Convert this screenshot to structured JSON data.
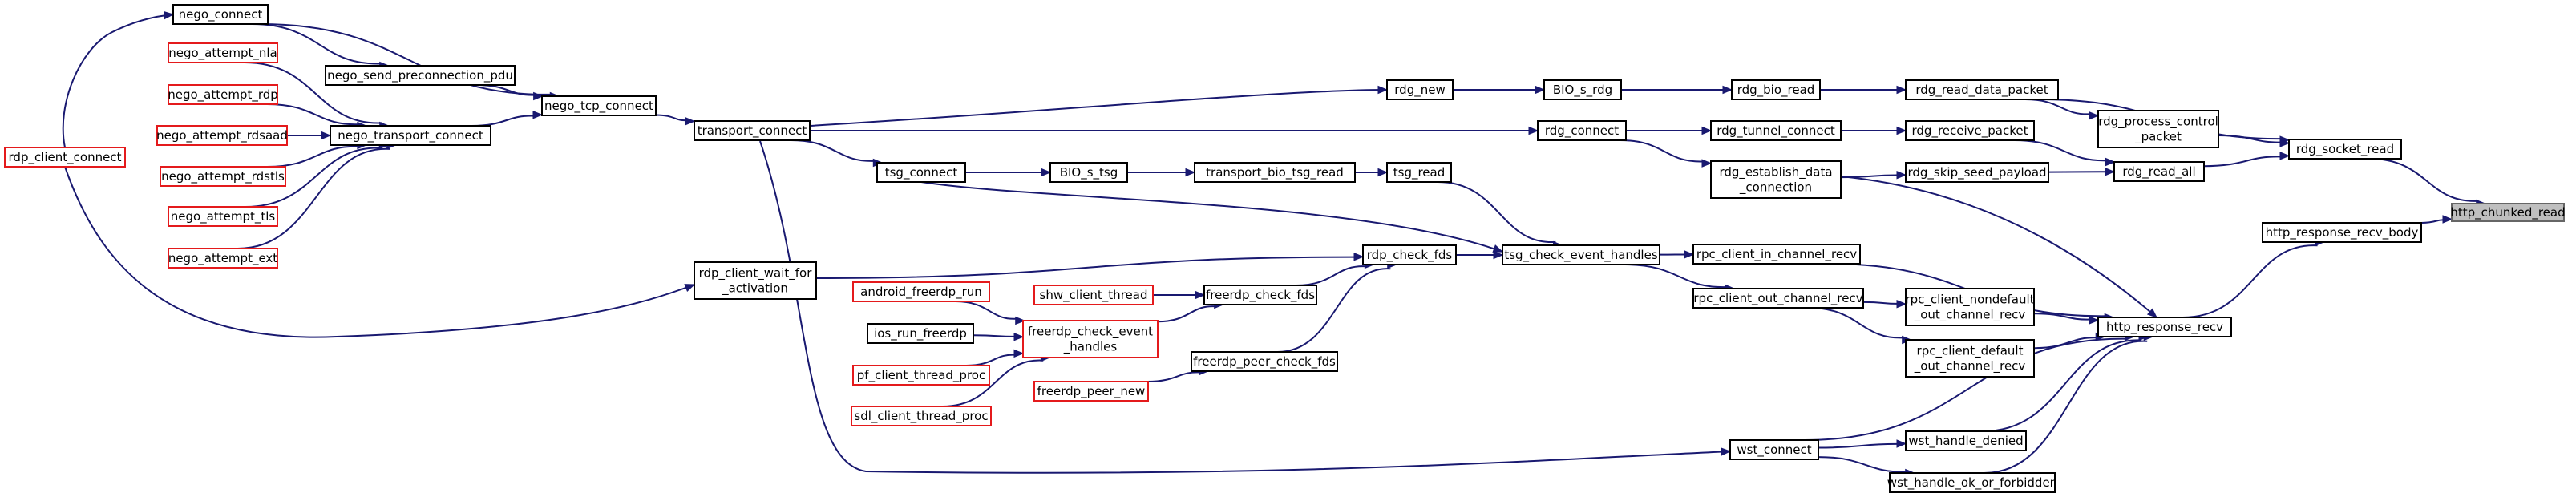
{
  "graph": {
    "colors": {
      "edge": "#191970",
      "node_border": "#000000",
      "truncated_border": "#e41a1c",
      "root_fill": "#bfbfbf"
    },
    "nodes": [
      {
        "id": "http_chunked_read",
        "lines": [
          "http_chunked_read"
        ],
        "style": "root"
      },
      {
        "id": "rdg_socket_read",
        "lines": [
          "rdg_socket_read"
        ],
        "style": "normal"
      },
      {
        "id": "http_response_recv_body",
        "lines": [
          "http_response_recv_body"
        ],
        "style": "normal"
      },
      {
        "id": "rdg_read_data_packet",
        "lines": [
          "rdg_read_data_packet"
        ],
        "style": "normal"
      },
      {
        "id": "rdg_process_control_packet",
        "lines": [
          "rdg_process_control",
          "_packet"
        ],
        "style": "normal"
      },
      {
        "id": "rdg_read_all",
        "lines": [
          "rdg_read_all"
        ],
        "style": "normal"
      },
      {
        "id": "http_response_recv",
        "lines": [
          "http_response_recv"
        ],
        "style": "normal"
      },
      {
        "id": "rdg_bio_read",
        "lines": [
          "rdg_bio_read"
        ],
        "style": "normal"
      },
      {
        "id": "rdg_receive_packet",
        "lines": [
          "rdg_receive_packet"
        ],
        "style": "normal"
      },
      {
        "id": "rdg_skip_seed_payload",
        "lines": [
          "rdg_skip_seed_payload"
        ],
        "style": "normal"
      },
      {
        "id": "rpc_client_nondefault_out_channel_recv",
        "lines": [
          "rpc_client_nondefault",
          "_out_channel_recv"
        ],
        "style": "normal"
      },
      {
        "id": "rpc_client_default_out_channel_recv",
        "lines": [
          "rpc_client_default",
          "_out_channel_recv"
        ],
        "style": "normal"
      },
      {
        "id": "wst_handle_denied",
        "lines": [
          "wst_handle_denied"
        ],
        "style": "normal"
      },
      {
        "id": "wst_handle_ok_or_forbidden",
        "lines": [
          "wst_handle_ok_or_forbidden"
        ],
        "style": "normal"
      },
      {
        "id": "BIO_s_rdg",
        "lines": [
          "BIO_s_rdg"
        ],
        "style": "normal"
      },
      {
        "id": "rdg_tunnel_connect",
        "lines": [
          "rdg_tunnel_connect"
        ],
        "style": "normal"
      },
      {
        "id": "rdg_establish_data_connection",
        "lines": [
          "rdg_establish_data",
          "_connection"
        ],
        "style": "normal"
      },
      {
        "id": "rpc_client_in_channel_recv",
        "lines": [
          "rpc_client_in_channel_recv"
        ],
        "style": "normal"
      },
      {
        "id": "rpc_client_out_channel_recv",
        "lines": [
          "rpc_client_out_channel_recv"
        ],
        "style": "normal"
      },
      {
        "id": "wst_connect",
        "lines": [
          "wst_connect"
        ],
        "style": "normal"
      },
      {
        "id": "rdg_new",
        "lines": [
          "rdg_new"
        ],
        "style": "normal"
      },
      {
        "id": "rdg_connect",
        "lines": [
          "rdg_connect"
        ],
        "style": "normal"
      },
      {
        "id": "tsg_check_event_handles",
        "lines": [
          "tsg_check_event_handles"
        ],
        "style": "normal"
      },
      {
        "id": "tsg_read",
        "lines": [
          "tsg_read"
        ],
        "style": "normal"
      },
      {
        "id": "rdp_check_fds",
        "lines": [
          "rdp_check_fds"
        ],
        "style": "normal"
      },
      {
        "id": "transport_bio_tsg_read",
        "lines": [
          "transport_bio_tsg_read"
        ],
        "style": "normal"
      },
      {
        "id": "freerdp_check_fds",
        "lines": [
          "freerdp_check_fds"
        ],
        "style": "normal"
      },
      {
        "id": "freerdp_peer_check_fds",
        "lines": [
          "freerdp_peer_check_fds"
        ],
        "style": "normal"
      },
      {
        "id": "BIO_s_tsg",
        "lines": [
          "BIO_s_tsg"
        ],
        "style": "normal"
      },
      {
        "id": "shw_client_thread",
        "lines": [
          "shw_client_thread"
        ],
        "style": "trunc"
      },
      {
        "id": "freerdp_check_event_handles",
        "lines": [
          "freerdp_check_event",
          "_handles"
        ],
        "style": "trunc"
      },
      {
        "id": "freerdp_peer_new",
        "lines": [
          "freerdp_peer_new"
        ],
        "style": "trunc"
      },
      {
        "id": "tsg_connect",
        "lines": [
          "tsg_connect"
        ],
        "style": "normal"
      },
      {
        "id": "transport_connect",
        "lines": [
          "transport_connect"
        ],
        "style": "normal"
      },
      {
        "id": "rdp_client_wait_for_activation",
        "lines": [
          "rdp_client_wait_for",
          "_activation"
        ],
        "style": "normal"
      },
      {
        "id": "android_freerdp_run",
        "lines": [
          "android_freerdp_run"
        ],
        "style": "trunc"
      },
      {
        "id": "ios_run_freerdp",
        "lines": [
          "ios_run_freerdp"
        ],
        "style": "normal"
      },
      {
        "id": "pf_client_thread_proc",
        "lines": [
          "pf_client_thread_proc"
        ],
        "style": "trunc"
      },
      {
        "id": "sdl_client_thread_proc",
        "lines": [
          "sdl_client_thread_proc"
        ],
        "style": "trunc"
      },
      {
        "id": "nego_tcp_connect",
        "lines": [
          "nego_tcp_connect"
        ],
        "style": "normal"
      },
      {
        "id": "nego_connect",
        "lines": [
          "nego_connect"
        ],
        "style": "normal"
      },
      {
        "id": "nego_send_preconnection_pdu",
        "lines": [
          "nego_send_preconnection_pdu"
        ],
        "style": "normal"
      },
      {
        "id": "nego_transport_connect",
        "lines": [
          "nego_transport_connect"
        ],
        "style": "normal"
      },
      {
        "id": "nego_attempt_nla",
        "lines": [
          "nego_attempt_nla"
        ],
        "style": "trunc"
      },
      {
        "id": "nego_attempt_rdp",
        "lines": [
          "nego_attempt_rdp"
        ],
        "style": "trunc"
      },
      {
        "id": "nego_attempt_rdsaad",
        "lines": [
          "nego_attempt_rdsaad"
        ],
        "style": "trunc"
      },
      {
        "id": "nego_attempt_rdstls",
        "lines": [
          "nego_attempt_rdstls"
        ],
        "style": "trunc"
      },
      {
        "id": "nego_attempt_tls",
        "lines": [
          "nego_attempt_tls"
        ],
        "style": "trunc"
      },
      {
        "id": "nego_attempt_ext",
        "lines": [
          "nego_attempt_ext"
        ],
        "style": "trunc"
      },
      {
        "id": "rdp_client_connect",
        "lines": [
          "rdp_client_connect"
        ],
        "style": "trunc"
      }
    ],
    "edges": [
      {
        "from": "rdg_socket_read",
        "to": "http_chunked_read"
      },
      {
        "from": "http_response_recv_body",
        "to": "http_chunked_read"
      },
      {
        "from": "rdg_read_data_packet",
        "to": "rdg_socket_read"
      },
      {
        "from": "rdg_process_control_packet",
        "to": "rdg_socket_read"
      },
      {
        "from": "rdg_read_all",
        "to": "rdg_socket_read"
      },
      {
        "from": "http_response_recv",
        "to": "http_response_recv_body"
      },
      {
        "from": "rdg_bio_read",
        "to": "rdg_read_data_packet"
      },
      {
        "from": "rdg_read_data_packet",
        "to": "rdg_process_control_packet"
      },
      {
        "from": "rdg_receive_packet",
        "to": "rdg_read_all"
      },
      {
        "from": "rdg_skip_seed_payload",
        "to": "rdg_read_all"
      },
      {
        "from": "rpc_client_nondefault_out_channel_recv",
        "to": "http_response_recv"
      },
      {
        "from": "rpc_client_default_out_channel_recv",
        "to": "http_response_recv"
      },
      {
        "from": "wst_handle_denied",
        "to": "http_response_recv"
      },
      {
        "from": "wst_handle_ok_or_forbidden",
        "to": "http_response_recv"
      },
      {
        "from": "rdg_establish_data_connection",
        "to": "http_response_recv"
      },
      {
        "from": "rpc_client_in_channel_recv",
        "to": "http_response_recv"
      },
      {
        "from": "wst_connect",
        "to": "http_response_recv"
      },
      {
        "from": "BIO_s_rdg",
        "to": "rdg_bio_read"
      },
      {
        "from": "rdg_tunnel_connect",
        "to": "rdg_receive_packet"
      },
      {
        "from": "rdg_establish_data_connection",
        "to": "rdg_skip_seed_payload"
      },
      {
        "from": "rpc_client_out_channel_recv",
        "to": "rpc_client_nondefault_out_channel_recv"
      },
      {
        "from": "rpc_client_out_channel_recv",
        "to": "rpc_client_default_out_channel_recv"
      },
      {
        "from": "wst_connect",
        "to": "wst_handle_denied"
      },
      {
        "from": "wst_connect",
        "to": "wst_handle_ok_or_forbidden"
      },
      {
        "from": "rdg_new",
        "to": "BIO_s_rdg"
      },
      {
        "from": "rdg_connect",
        "to": "rdg_tunnel_connect"
      },
      {
        "from": "rdg_connect",
        "to": "rdg_establish_data_connection"
      },
      {
        "from": "tsg_check_event_handles",
        "to": "rpc_client_in_channel_recv"
      },
      {
        "from": "tsg_check_event_handles",
        "to": "rpc_client_out_channel_recv"
      },
      {
        "from": "transport_connect",
        "to": "rdg_new"
      },
      {
        "from": "transport_connect",
        "to": "rdg_connect"
      },
      {
        "from": "transport_connect",
        "to": "wst_connect"
      },
      {
        "from": "rdp_check_fds",
        "to": "tsg_check_event_handles"
      },
      {
        "from": "tsg_read",
        "to": "tsg_check_event_handles"
      },
      {
        "from": "tsg_connect",
        "to": "tsg_check_event_handles"
      },
      {
        "from": "transport_bio_tsg_read",
        "to": "tsg_read"
      },
      {
        "from": "freerdp_check_fds",
        "to": "rdp_check_fds"
      },
      {
        "from": "freerdp_peer_check_fds",
        "to": "rdp_check_fds"
      },
      {
        "from": "rdp_client_wait_for_activation",
        "to": "rdp_check_fds"
      },
      {
        "from": "BIO_s_tsg",
        "to": "transport_bio_tsg_read"
      },
      {
        "from": "shw_client_thread",
        "to": "freerdp_check_fds"
      },
      {
        "from": "freerdp_check_event_handles",
        "to": "freerdp_check_fds"
      },
      {
        "from": "freerdp_peer_new",
        "to": "freerdp_peer_check_fds"
      },
      {
        "from": "tsg_connect",
        "to": "BIO_s_tsg"
      },
      {
        "from": "transport_connect",
        "to": "tsg_connect"
      },
      {
        "from": "rdp_client_connect",
        "to": "rdp_client_wait_for_activation"
      },
      {
        "from": "android_freerdp_run",
        "to": "freerdp_check_event_handles"
      },
      {
        "from": "ios_run_freerdp",
        "to": "freerdp_check_event_handles"
      },
      {
        "from": "pf_client_thread_proc",
        "to": "freerdp_check_event_handles"
      },
      {
        "from": "sdl_client_thread_proc",
        "to": "freerdp_check_event_handles"
      },
      {
        "from": "nego_tcp_connect",
        "to": "transport_connect"
      },
      {
        "from": "nego_connect",
        "to": "nego_tcp_connect"
      },
      {
        "from": "nego_send_preconnection_pdu",
        "to": "nego_tcp_connect"
      },
      {
        "from": "nego_transport_connect",
        "to": "nego_tcp_connect"
      },
      {
        "from": "nego_connect",
        "to": "nego_send_preconnection_pdu"
      },
      {
        "from": "nego_attempt_nla",
        "to": "nego_transport_connect"
      },
      {
        "from": "nego_attempt_rdp",
        "to": "nego_transport_connect"
      },
      {
        "from": "nego_attempt_rdsaad",
        "to": "nego_transport_connect"
      },
      {
        "from": "nego_attempt_rdstls",
        "to": "nego_transport_connect"
      },
      {
        "from": "nego_attempt_tls",
        "to": "nego_transport_connect"
      },
      {
        "from": "nego_attempt_ext",
        "to": "nego_transport_connect"
      },
      {
        "from": "rdp_client_connect",
        "to": "nego_connect"
      }
    ]
  }
}
